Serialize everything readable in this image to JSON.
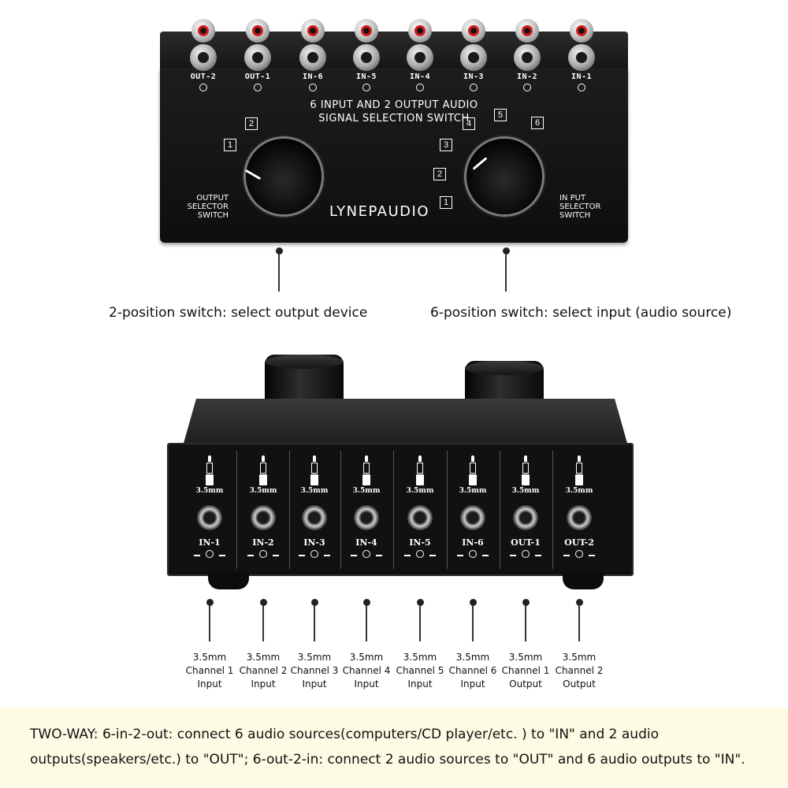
{
  "top_device": {
    "jacks": [
      "OUT-2",
      "OUT-1",
      "IN-6",
      "IN-5",
      "IN-4",
      "IN-3",
      "IN-2",
      "IN-1"
    ],
    "title_line1": "6 INPUT AND 2 OUTPUT AUDIO",
    "title_line2": "SIGNAL SELECTION SWITCH",
    "output_switch_label": [
      "OUTPUT",
      "SELECTOR",
      "SWITCH"
    ],
    "input_switch_label": [
      "IN PUT",
      "SELECTOR",
      "SWITCH"
    ],
    "output_positions": [
      "1",
      "2"
    ],
    "input_positions": [
      "1",
      "2",
      "3",
      "4",
      "5",
      "6"
    ],
    "brand": "LYNEPAUDIO"
  },
  "callouts": {
    "left": "2-position switch: select output device",
    "right": "6-position switch: select input (audio source)"
  },
  "bottom_device": {
    "jack_size_label": "3.5mm",
    "channels": [
      "IN-1",
      "IN-2",
      "IN-3",
      "IN-4",
      "IN-5",
      "IN-6",
      "OUT-1",
      "OUT-2"
    ]
  },
  "port_labels": [
    {
      "size": "3.5mm",
      "line1": "Channel 1",
      "line2": "Input"
    },
    {
      "size": "3.5mm",
      "line1": "Channel 2",
      "line2": "Input"
    },
    {
      "size": "3.5mm",
      "line1": "Channel 3",
      "line2": "Input"
    },
    {
      "size": "3.5mm",
      "line1": "Channel 4",
      "line2": "Input"
    },
    {
      "size": "3.5mm",
      "line1": "Channel 5",
      "line2": "Input"
    },
    {
      "size": "3.5mm",
      "line1": "Channel 6",
      "line2": "Input"
    },
    {
      "size": "3.5mm",
      "line1": "Channel 1",
      "line2": "Output"
    },
    {
      "size": "3.5mm",
      "line1": "Channel 2",
      "line2": "Output"
    }
  ],
  "note": {
    "line1": "TWO-WAY: 6-in-2-out: connect 6 audio sources(computers/CD player/etc. ) to \"IN\" and 2 audio",
    "line2": "outputs(speakers/etc.) to \"OUT\"; 6-out-2-in: connect 2 audio sources to \"OUT\" and 6 audio outputs to \"IN\"."
  },
  "colors": {
    "device": "#111111",
    "note_background": "#fdfbe3",
    "rca_red": "#e02626"
  }
}
